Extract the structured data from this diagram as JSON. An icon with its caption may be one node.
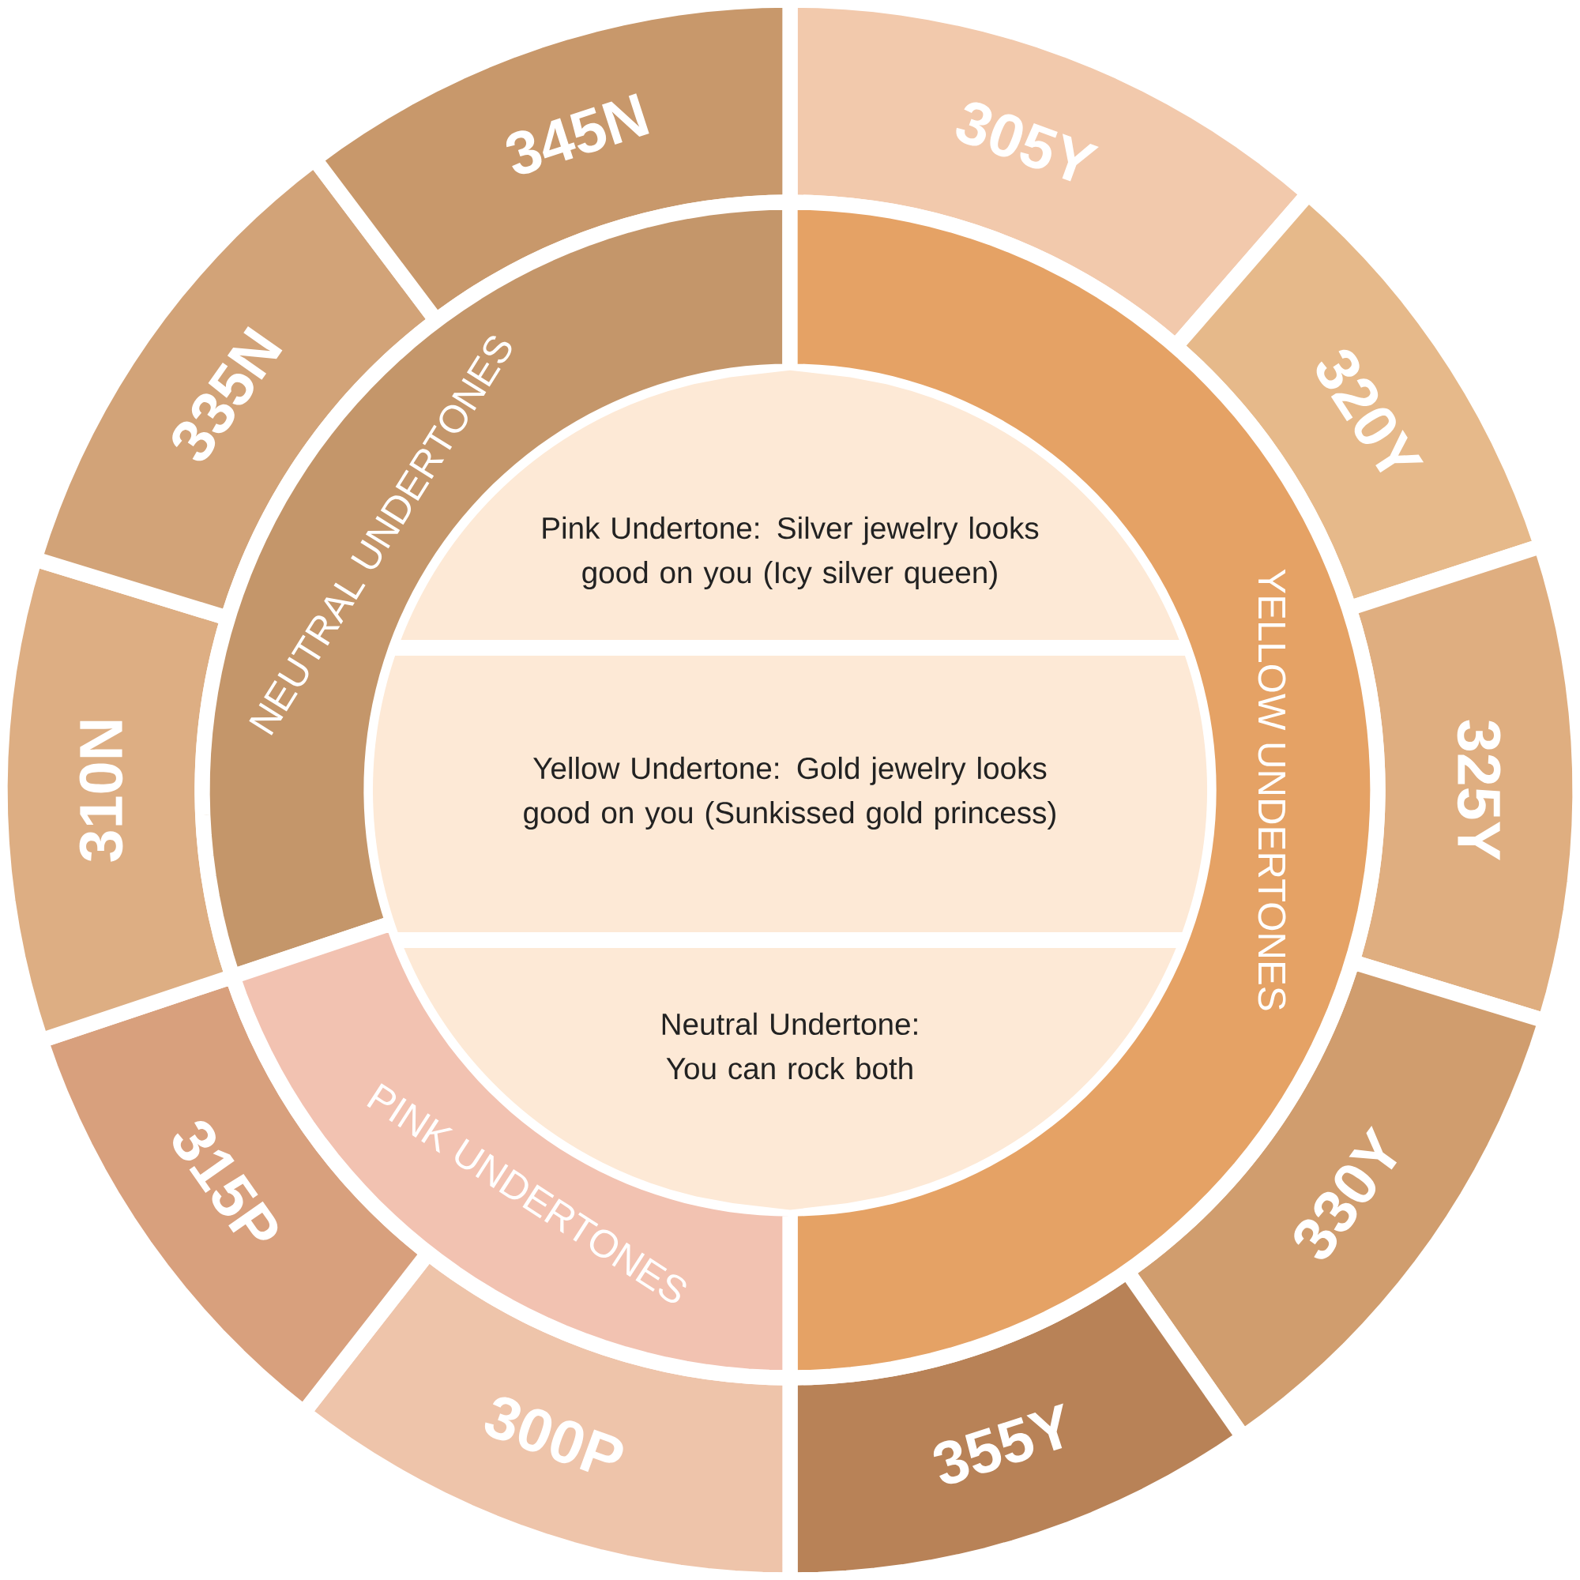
{
  "diagram": {
    "nodes": [
      {
        "text": [
          "305Y"
        ]
      },
      {
        "text": [
          "320Y"
        ]
      },
      {
        "text": [
          "325Y"
        ]
      },
      {
        "text": [
          "330Y"
        ]
      },
      {
        "text": [
          "355Y"
        ]
      },
      {
        "text": [
          "300P"
        ]
      },
      {
        "text": [
          "315P"
        ]
      },
      {
        "text": [
          "310N"
        ]
      },
      {
        "text": [
          "335N"
        ]
      },
      {
        "text": [
          "345N"
        ]
      },
      {
        "text": [
          "NEUTRAL UNDERTONES"
        ]
      },
      {
        "text": [
          "YELLOW UNDERTONES"
        ]
      },
      {
        "text": [
          "PINK UNDERTONES"
        ]
      },
      {
        "text": [
          "Pink Undertone: Silver jewelry looks good on you (Icy silver queen)"
        ]
      },
      {
        "text": [
          "Yellow Undertone: Gold jewelry looks good on you (Sunkissed gold princess)"
        ]
      },
      {
        "text": [
          "Neutral Undertone: You can rock both"
        ]
      }
    ]
  }
}
